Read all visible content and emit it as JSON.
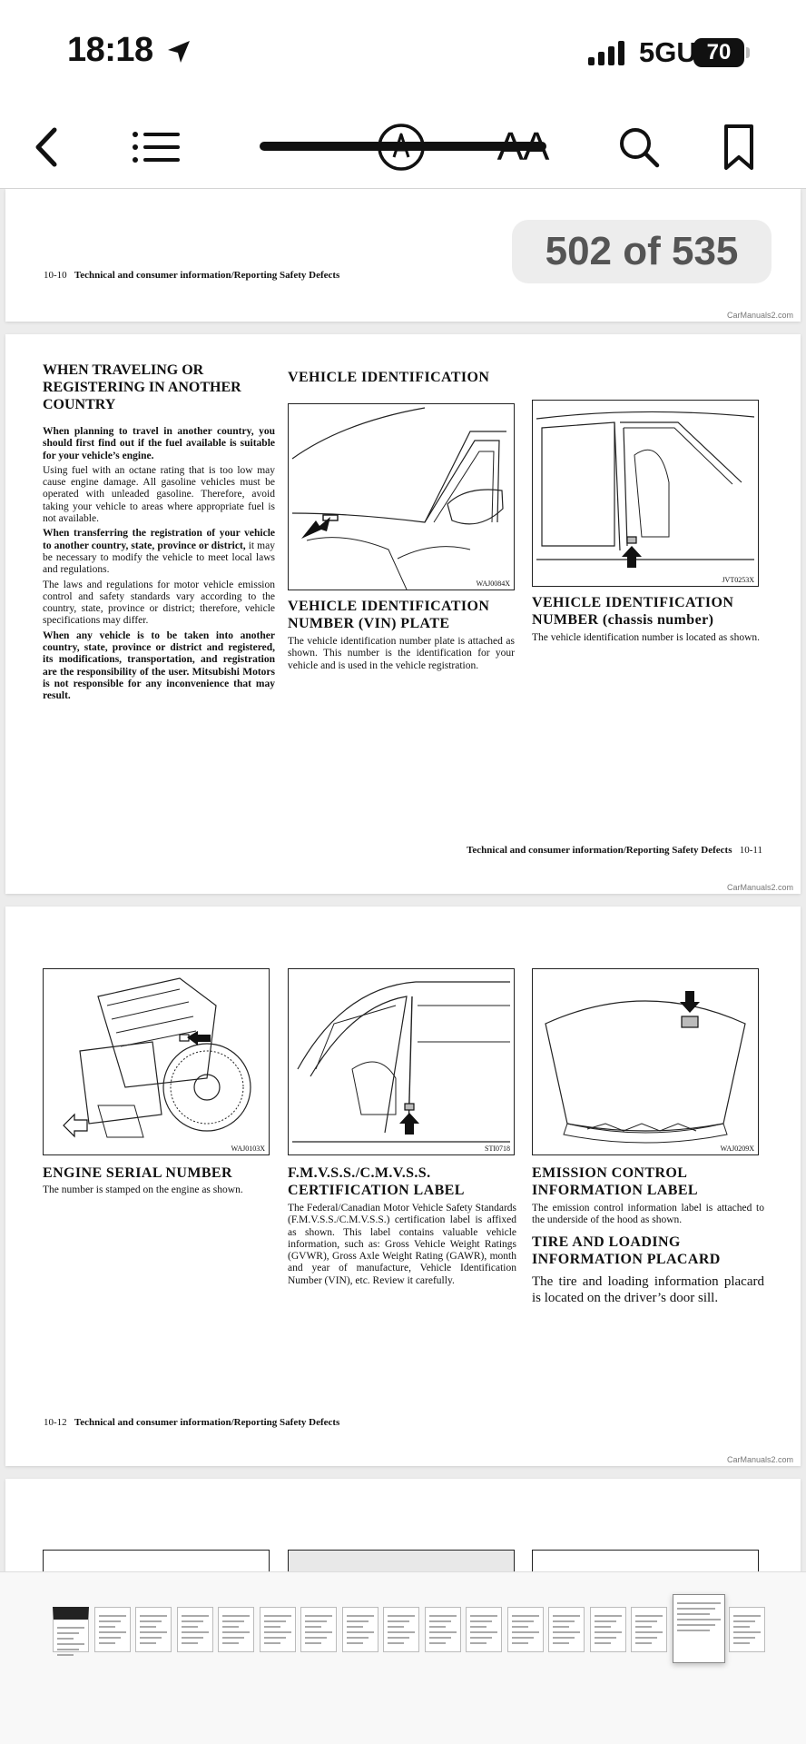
{
  "status_bar": {
    "time": "18:18",
    "network": "5GUC",
    "battery": "70"
  },
  "toolbar": {
    "back_icon": "chevron-left-icon",
    "toc_icon": "list-icon",
    "markup_icon": "markup-pen-icon",
    "text_size_label": "AA",
    "search_icon": "search-icon",
    "bookmark_icon": "bookmark-icon"
  },
  "page_indicator": "502 of 535",
  "watermark": "CarManuals2.com",
  "pages": {
    "p10": {
      "num": "10-10",
      "title": "Technical and consumer information/Reporting Safety Defects"
    },
    "p11": {
      "left_heading": "WHEN TRAVELING OR REGISTERING IN ANOTHER COUNTRY",
      "para1": "When planning to travel in another country, you should first find out if the fuel available is suitable for your vehicle’s engine.",
      "para2": "Using fuel with an octane rating that is too low may cause engine damage. All gasoline vehicles must be operated with unleaded gasoline. Therefore, avoid taking your vehicle to areas where appropriate fuel is not available.",
      "para3_bold": "When transferring the registration of your vehicle to another country, state, province or district,",
      "para3_rest": " it may be necessary to modify the vehicle to meet local laws and regulations.",
      "para4": "The laws and regulations for motor vehicle emission control and safety standards vary according to the country, state, province or district; therefore, vehicle specifications may differ.",
      "para5": "When any vehicle is to be taken into another country, state, province or district and registered, its modifications, transportation, and registration are the responsibility of the user. Mitsubishi Motors is not responsible for any inconvenience that may result.",
      "mid_heading": "VEHICLE IDENTIFICATION",
      "fig1_code": "WAJ0084X",
      "vin_plate_heading": "VEHICLE IDENTIFICATION NUMBER (VIN) PLATE",
      "vin_plate_text": "The vehicle identification number plate is attached as shown. This number is the identification for your vehicle and is used in the vehicle registration.",
      "fig2_code": "JVT0253X",
      "chassis_heading": "VEHICLE IDENTIFICATION NUMBER (chassis number)",
      "chassis_text": "The vehicle identification number is located as shown.",
      "title": "Technical and consumer information/Reporting Safety Defects",
      "num": "10-11"
    },
    "p12": {
      "fig1_code": "WAJ0103X",
      "engine_heading": "ENGINE SERIAL NUMBER",
      "engine_text": "The number is stamped on the engine as shown.",
      "fig2_code": "STI0718",
      "fmvss_heading": "F.M.V.S.S./C.M.V.S.S. CERTIFICATION LABEL",
      "fmvss_text": "The Federal/Canadian Motor Vehicle Safety Standards (F.M.V.S.S./C.M.V.S.S.) certification label is affixed as shown. This label contains valuable vehicle information, such as: Gross Vehicle Weight Ratings (GVWR), Gross Axle Weight Rating (GAWR), month and year of manufacture, Vehicle Identification Number (VIN), etc. Review it carefully.",
      "fig3_code": "WAJ0209X",
      "emission_heading": "EMISSION CONTROL INFORMATION LABEL",
      "emission_text": "The emission control information label is attached to the underside of the hood as shown.",
      "tire_heading": "TIRE AND LOADING INFORMATION PLACARD",
      "tire_text": "The tire and loading information placard is located on the driver’s door sill.",
      "num": "10-12",
      "title": "Technical and consumer information/Reporting Safety Defects"
    }
  },
  "thumbnail_strip": {
    "count": 17,
    "current_index": 15
  }
}
